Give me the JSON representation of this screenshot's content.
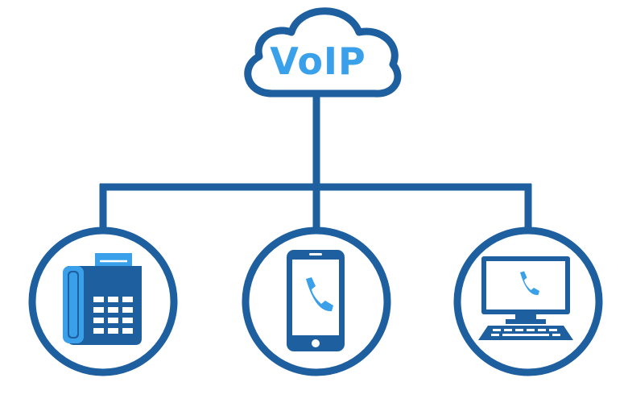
{
  "cloud": {
    "label": "VoIP",
    "icon": "cloud-icon"
  },
  "colors": {
    "outline": "#1e5fa0",
    "accent": "#3aa0ea",
    "fill": "#ffffff"
  },
  "devices": [
    {
      "name": "desk-phone",
      "icon": "desk-phone-icon"
    },
    {
      "name": "smartphone",
      "icon": "smartphone-icon"
    },
    {
      "name": "computer",
      "icon": "computer-icon"
    }
  ]
}
